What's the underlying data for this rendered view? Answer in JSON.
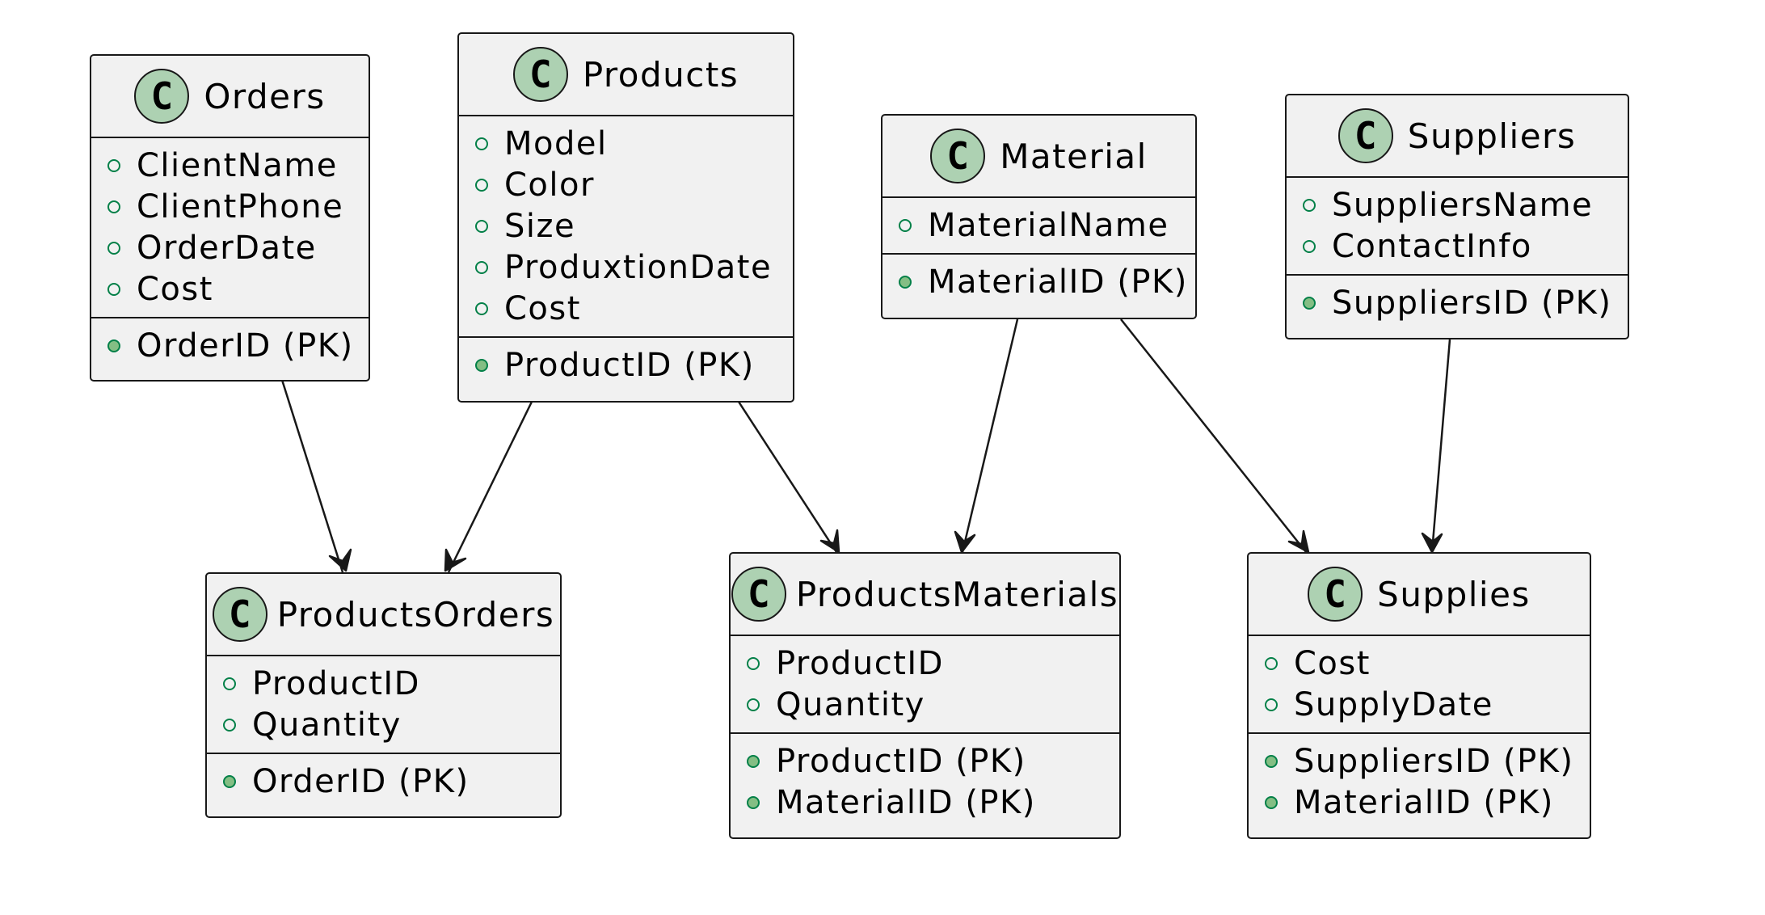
{
  "classes": {
    "orders": {
      "icon": "C",
      "name": "Orders",
      "fields": [
        "ClientName",
        "ClientPhone",
        "OrderDate",
        "Cost"
      ],
      "keys": [
        "OrderID (PK)"
      ]
    },
    "products": {
      "icon": "C",
      "name": "Products",
      "fields": [
        "Model",
        "Color",
        "Size",
        "ProduxtionDate",
        "Cost"
      ],
      "keys": [
        "ProductID (PK)"
      ]
    },
    "material": {
      "icon": "C",
      "name": "Material",
      "fields": [
        "MaterialName"
      ],
      "keys": [
        "MaterialID (PK)"
      ]
    },
    "suppliers": {
      "icon": "C",
      "name": "Suppliers",
      "fields": [
        "SuppliersName",
        "ContactInfo"
      ],
      "keys": [
        "SuppliersID (PK)"
      ]
    },
    "productsorders": {
      "icon": "C",
      "name": "ProductsOrders",
      "fields": [
        "ProductID",
        "Quantity"
      ],
      "keys": [
        "OrderID (PK)"
      ]
    },
    "productsmaterials": {
      "icon": "C",
      "name": "ProductsMaterials",
      "fields": [
        "ProductID",
        "Quantity"
      ],
      "keys": [
        "ProductID (PK)",
        "MaterialID (PK)"
      ]
    },
    "supplies": {
      "icon": "C",
      "name": "Supplies",
      "fields": [
        "Cost",
        "SupplyDate"
      ],
      "keys": [
        "SuppliersID (PK)",
        "MaterialID (PK)"
      ]
    }
  },
  "relations": [
    {
      "from": "Orders",
      "to": "ProductsOrders"
    },
    {
      "from": "Products",
      "to": "ProductsOrders"
    },
    {
      "from": "Products",
      "to": "ProductsMaterials"
    },
    {
      "from": "Material",
      "to": "ProductsMaterials"
    },
    {
      "from": "Material",
      "to": "Supplies"
    },
    {
      "from": "Suppliers",
      "to": "Supplies"
    }
  ],
  "colors": {
    "class_background": "#f1f1f1",
    "border": "#181818",
    "class_icon": "#add1b2",
    "field_marker": "#038048",
    "key_marker_fill": "#84be84"
  }
}
